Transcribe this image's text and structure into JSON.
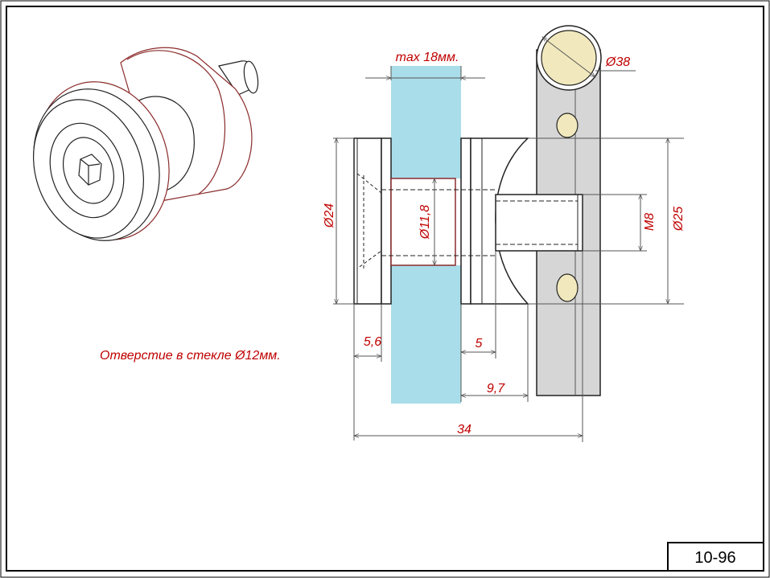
{
  "drawing": {
    "code": "10-96",
    "note": "Отверстие в стекле Ø12мм.",
    "glass_label": "max 18мм.",
    "dimensions": {
      "d38": "Ø38",
      "d24": "Ø24",
      "d11_8": "Ø11,8",
      "m8": "M8",
      "d25": "Ø25",
      "l5_6": "5,6",
      "l5": "5",
      "l9_7": "9,7",
      "l34": "34"
    }
  },
  "colors": {
    "dimension": "#c00000",
    "glass": "#a9dde9",
    "tube": "#d6d6d6",
    "hole": "#f1e9bd"
  }
}
